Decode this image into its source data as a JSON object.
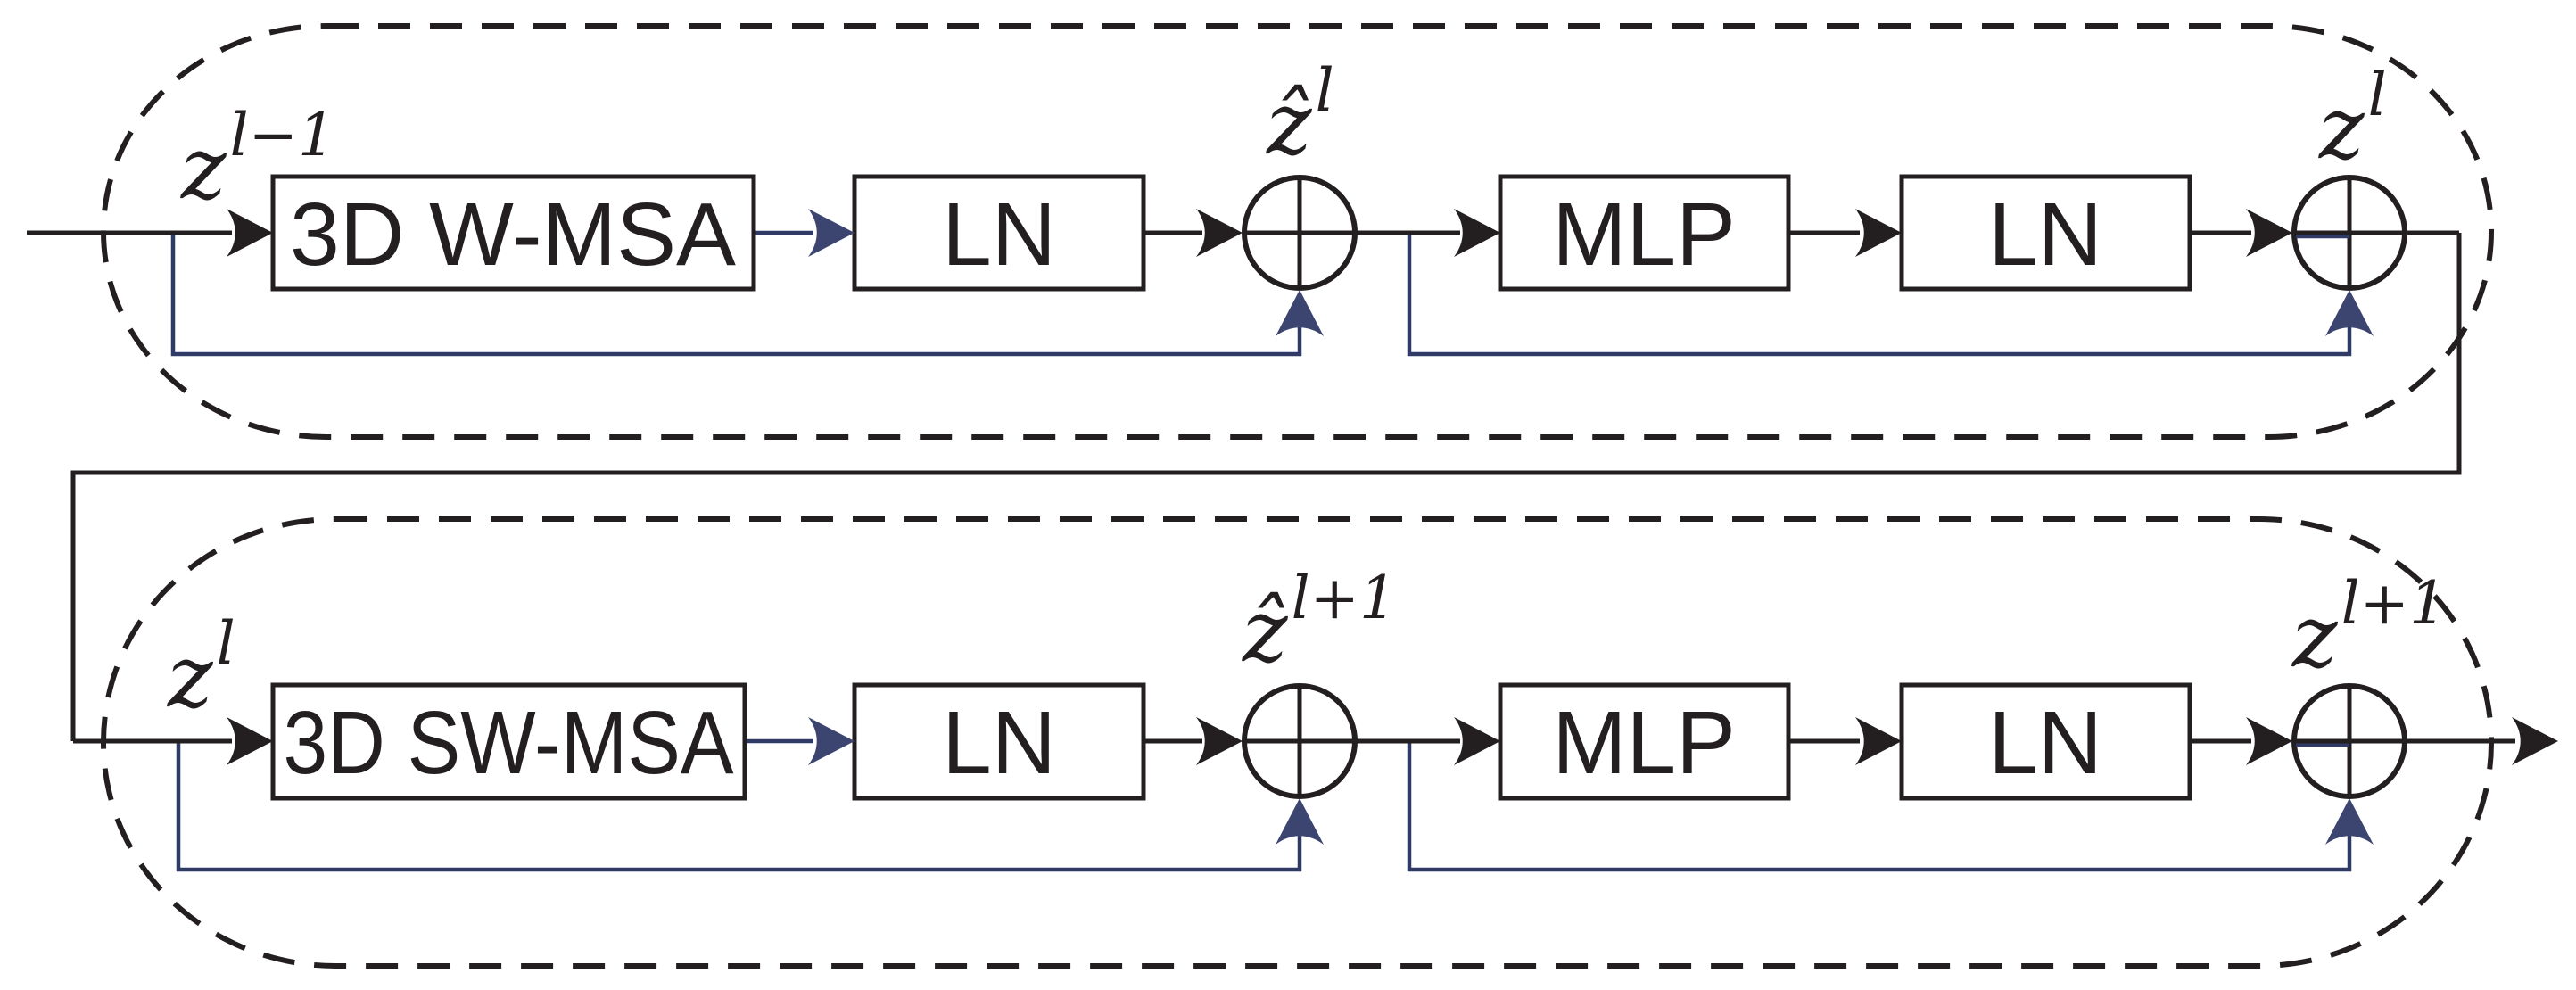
{
  "colors": {
    "line_black": "#231f20",
    "line_navy": "#2f3a66",
    "arrow_navy": "#3c456f",
    "background": "#ffffff"
  },
  "blocks": [
    {
      "input_label": {
        "base": "z",
        "sup": "l−1"
      },
      "attention": "3D W-MSA",
      "norm_after_attention": "LN",
      "sum_after_attention_label": {
        "base": "ẑ",
        "sup": "l"
      },
      "mlp": "MLP",
      "norm_after_mlp": "LN",
      "output_label": {
        "base": "z",
        "sup": "l"
      }
    },
    {
      "input_label": {
        "base": "z",
        "sup": "l"
      },
      "attention": "3D SW-MSA",
      "norm_after_attention": "LN",
      "sum_after_attention_label": {
        "base": "ẑ",
        "sup": "l+1"
      },
      "mlp": "MLP",
      "norm_after_mlp": "LN",
      "output_label": {
        "base": "z",
        "sup": "l+1"
      }
    }
  ]
}
